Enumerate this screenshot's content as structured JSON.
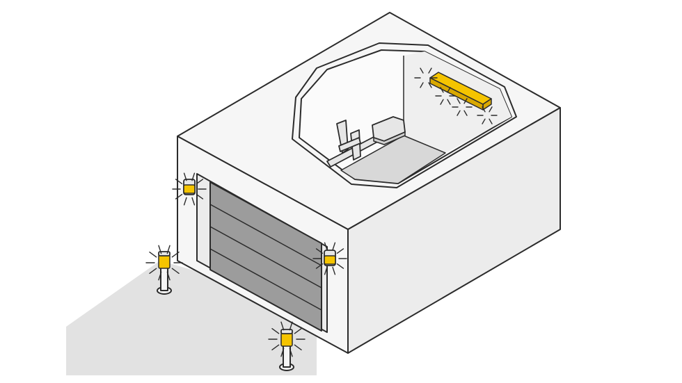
{
  "diagram": {
    "subject": "garage",
    "colors": {
      "outline": "#2b2b2b",
      "wall": "#f6f6f6",
      "wall_shade": "#ececec",
      "interior_floor": "#d8d8d8",
      "door": "#9c9c9c",
      "ground_shadow": "#e2e2e2",
      "light": "#f5c400",
      "light_dark": "#d9a800",
      "motor": "#e6e6e6"
    },
    "elements": [
      {
        "id": "garage-building",
        "icon": "garage-icon"
      },
      {
        "id": "ceiling-cutaway",
        "icon": "cutaway-icon"
      },
      {
        "id": "door-opener",
        "icon": "door-opener-icon"
      },
      {
        "id": "interior-light",
        "icon": "light-bar-icon"
      },
      {
        "id": "garage-door",
        "icon": "sectional-door-icon"
      },
      {
        "id": "wall-light-left",
        "icon": "wall-lamp-icon"
      },
      {
        "id": "wall-light-right",
        "icon": "wall-lamp-icon"
      },
      {
        "id": "bollard-light-left",
        "icon": "bollard-lamp-icon"
      },
      {
        "id": "bollard-light-front",
        "icon": "bollard-lamp-icon"
      }
    ]
  }
}
